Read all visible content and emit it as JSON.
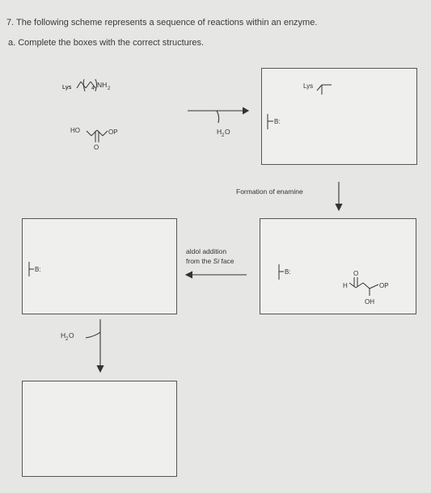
{
  "question": {
    "title": "7. The following scheme represents a sequence of reactions within an enzyme.",
    "part_a": "a. Complete the boxes with the correct structures."
  },
  "scheme": {
    "lys_top_left": "Lys",
    "nh2": "NH",
    "nh2_sub": "2",
    "chain_count": "4",
    "ho": "HO",
    "op_left": "OP",
    "h2o_top": "H",
    "h2o_top_sub": "2",
    "h2o_top_o": "O",
    "b_top": "B:",
    "lys_top_right": "Lys",
    "formation_enamine": "Formation of enamine",
    "aldol_line1": "aldol addition",
    "aldol_line2": "from the ",
    "aldol_si": "Si",
    "aldol_line2_end": " face",
    "b_middle_right": "B:",
    "h_ald": "H",
    "o_ald": "O",
    "oh_ald": "OH",
    "op_right": "OP",
    "b_middle_left": "B:",
    "h2o_bottom": "H",
    "h2o_bottom_sub": "2",
    "h2o_bottom_o": "O"
  }
}
